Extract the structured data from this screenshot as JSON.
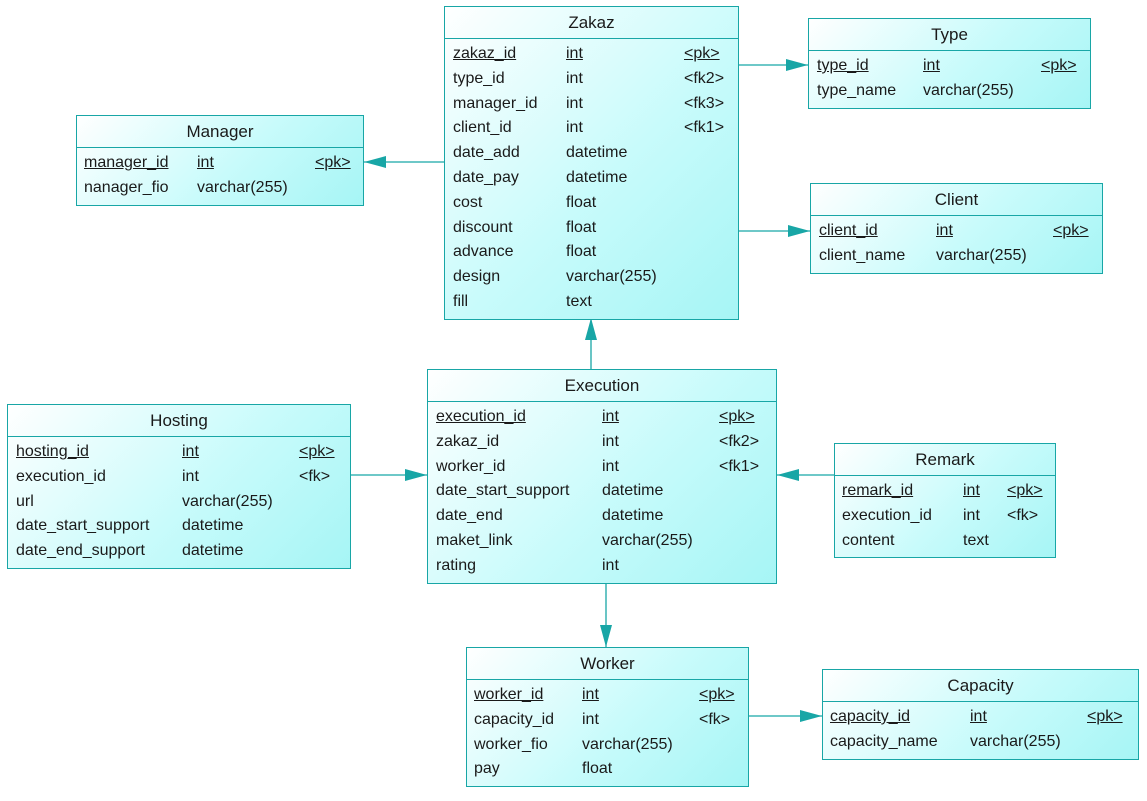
{
  "colors": {
    "border": "#18a6a6",
    "fill_light": "#ffffff",
    "fill_dark": "#a6f5f5",
    "connector": "#18a6a6"
  },
  "entities": [
    {
      "name": "Zakaz",
      "attrs": [
        {
          "name": "zakaz_id",
          "type": "int",
          "key": "<pk>",
          "pk": true
        },
        {
          "name": "type_id",
          "type": "int",
          "key": "<fk2>"
        },
        {
          "name": "manager_id",
          "type": "int",
          "key": "<fk3>"
        },
        {
          "name": "client_id",
          "type": "int",
          "key": "<fk1>"
        },
        {
          "name": "date_add",
          "type": "datetime",
          "key": ""
        },
        {
          "name": "date_pay",
          "type": "datetime",
          "key": ""
        },
        {
          "name": "cost",
          "type": "float",
          "key": ""
        },
        {
          "name": "discount",
          "type": "float",
          "key": ""
        },
        {
          "name": "advance",
          "type": "float",
          "key": ""
        },
        {
          "name": "design",
          "type": "varchar(255)",
          "key": ""
        },
        {
          "name": "fill",
          "type": "text",
          "key": ""
        }
      ]
    },
    {
      "name": "Type",
      "attrs": [
        {
          "name": "type_id",
          "type": "int",
          "key": "<pk>",
          "pk": true
        },
        {
          "name": "type_name",
          "type": "varchar(255)",
          "key": ""
        }
      ]
    },
    {
      "name": "Manager",
      "attrs": [
        {
          "name": "manager_id",
          "type": "int",
          "key": "<pk>",
          "pk": true
        },
        {
          "name": "nanager_fio",
          "type": "varchar(255)",
          "key": ""
        }
      ]
    },
    {
      "name": "Client",
      "attrs": [
        {
          "name": "client_id",
          "type": "int",
          "key": "<pk>",
          "pk": true
        },
        {
          "name": "client_name",
          "type": "varchar(255)",
          "key": ""
        }
      ]
    },
    {
      "name": "Execution",
      "attrs": [
        {
          "name": "execution_id",
          "type": "int",
          "key": "<pk>",
          "pk": true
        },
        {
          "name": "zakaz_id",
          "type": "int",
          "key": "<fk2>"
        },
        {
          "name": "worker_id",
          "type": "int",
          "key": "<fk1>"
        },
        {
          "name": "date_start_support",
          "type": "datetime",
          "key": ""
        },
        {
          "name": "date_end",
          "type": "datetime",
          "key": ""
        },
        {
          "name": "maket_link",
          "type": "varchar(255)",
          "key": ""
        },
        {
          "name": "rating",
          "type": "int",
          "key": ""
        }
      ]
    },
    {
      "name": "Hosting",
      "attrs": [
        {
          "name": "hosting_id",
          "type": "int",
          "key": "<pk>",
          "pk": true
        },
        {
          "name": "execution_id",
          "type": "int",
          "key": "<fk>"
        },
        {
          "name": "url",
          "type": "varchar(255)",
          "key": ""
        },
        {
          "name": "date_start_support",
          "type": "datetime",
          "key": ""
        },
        {
          "name": "date_end_support",
          "type": "datetime",
          "key": ""
        }
      ]
    },
    {
      "name": "Remark",
      "attrs": [
        {
          "name": "remark_id",
          "type": "int",
          "key": "<pk>",
          "pk": true
        },
        {
          "name": "execution_id",
          "type": "int",
          "key": "<fk>"
        },
        {
          "name": "content",
          "type": "text",
          "key": ""
        }
      ]
    },
    {
      "name": "Worker",
      "attrs": [
        {
          "name": "worker_id",
          "type": "int",
          "key": "<pk>",
          "pk": true
        },
        {
          "name": "capacity_id",
          "type": "int",
          "key": "<fk>"
        },
        {
          "name": "worker_fio",
          "type": "varchar(255)",
          "key": ""
        },
        {
          "name": "pay",
          "type": "float",
          "key": ""
        }
      ]
    },
    {
      "name": "Capacity",
      "attrs": [
        {
          "name": "capacity_id",
          "type": "int",
          "key": "<pk>",
          "pk": true
        },
        {
          "name": "capacity_name",
          "type": "varchar(255)",
          "key": ""
        }
      ]
    }
  ],
  "relationships": [
    {
      "from": "Zakaz",
      "to": "Type"
    },
    {
      "from": "Zakaz",
      "to": "Manager"
    },
    {
      "from": "Zakaz",
      "to": "Client"
    },
    {
      "from": "Execution",
      "to": "Zakaz"
    },
    {
      "from": "Hosting",
      "to": "Execution"
    },
    {
      "from": "Remark",
      "to": "Execution"
    },
    {
      "from": "Execution",
      "to": "Worker"
    },
    {
      "from": "Worker",
      "to": "Capacity"
    }
  ]
}
